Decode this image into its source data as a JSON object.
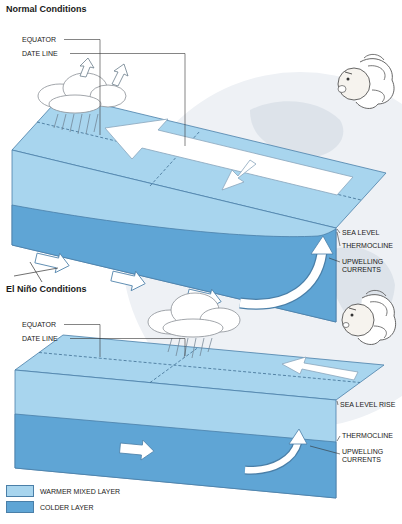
{
  "diagram": {
    "labels": [
      "Normal Conditions",
      "EQUATOR",
      "DATE LINE",
      "SEA LEVEL",
      "THERMOCLINE",
      "UPWELLING CURRENTS",
      "El Niño Conditions",
      "EQUATOR",
      "DATE LINE",
      "SEA LEVEL RISE",
      "THERMOCLINE",
      "UPWELLING CURRENTS"
    ],
    "legend": [
      {
        "text": "WARMER MIXED LAYER",
        "color": "#a8d5ee"
      },
      {
        "text": "COLDER LAYER",
        "color": "#5fa5d5"
      }
    ]
  }
}
